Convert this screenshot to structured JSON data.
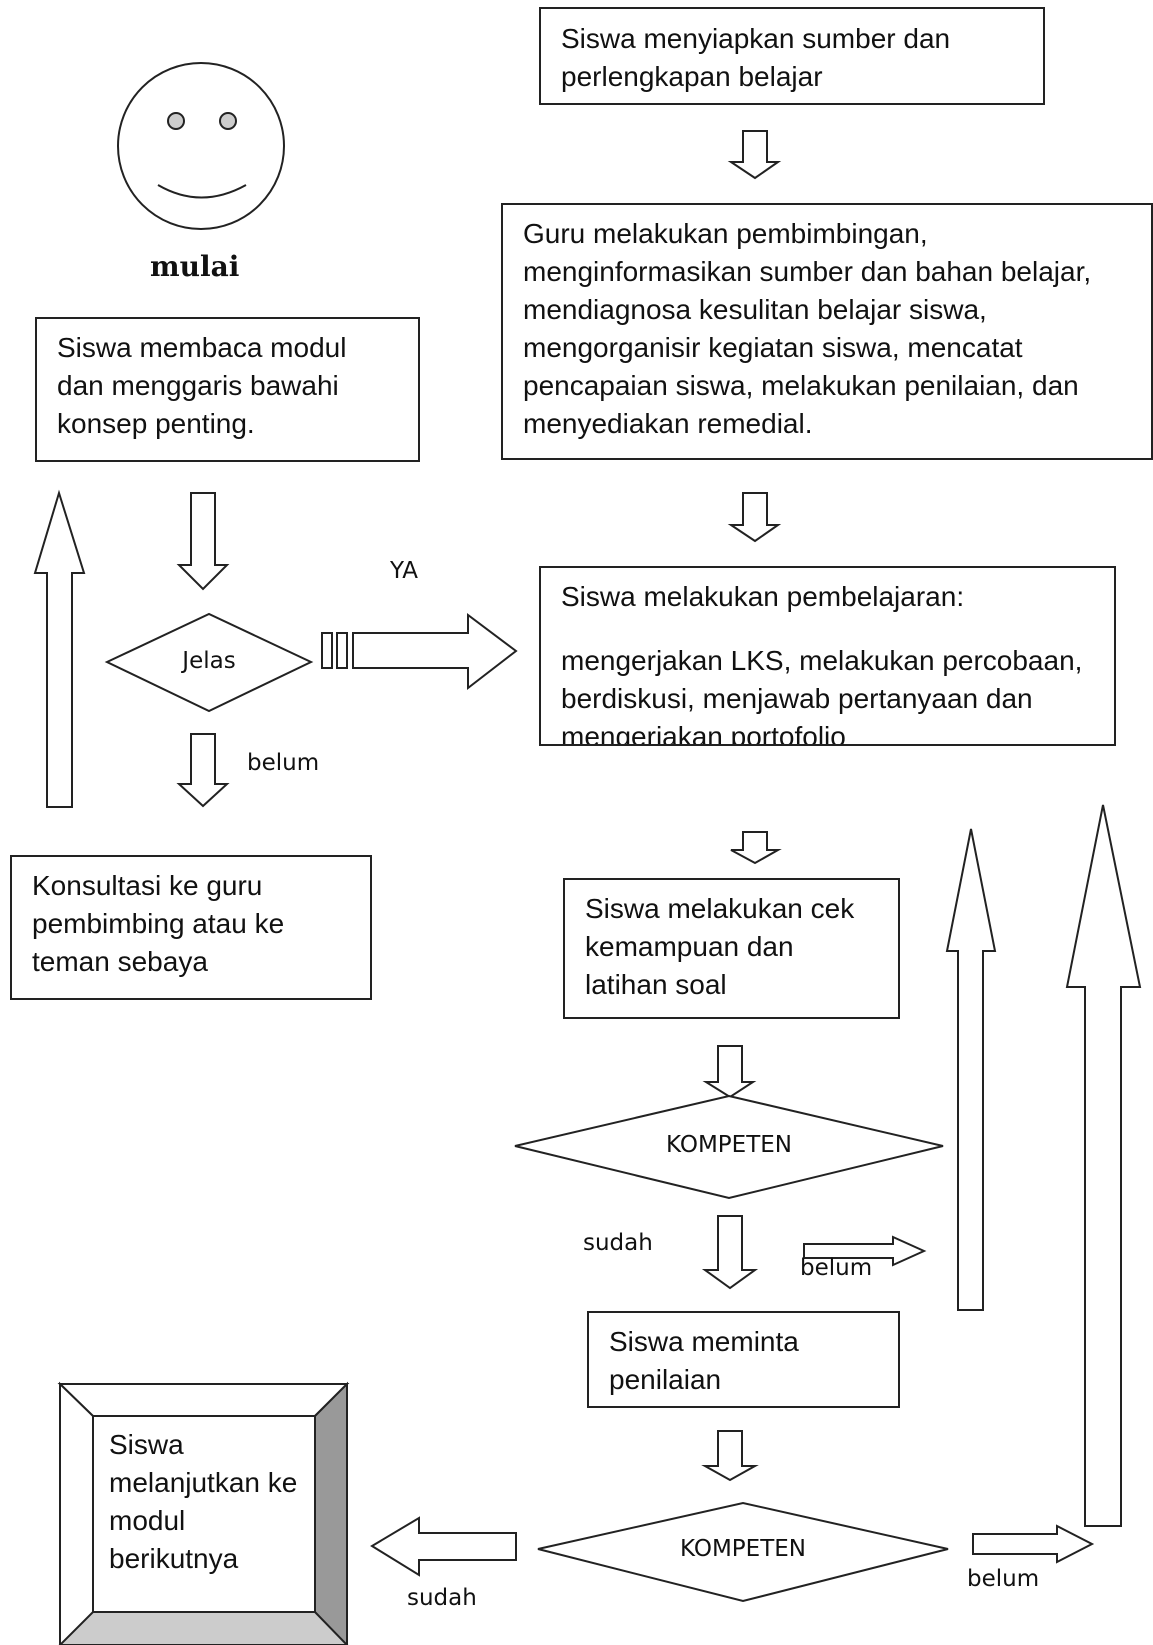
{
  "start": {
    "label": "mulai"
  },
  "boxes": {
    "prepare": "Siswa menyiapkan sumber dan perlengkapan belajar",
    "teacher": "Guru melakukan pembimbingan, menginformasikan sumber dan bahan belajar, mendiagnosa kesulitan belajar siswa, mengorganisir kegiatan siswa, mencatat pencapaian siswa, melakukan penilaian,  dan menyediakan remedial.",
    "read_module": "Siswa membaca modul dan menggaris bawahi konsep penting.",
    "learning_title": "Siswa melakukan pembelajaran:",
    "learning_body": "mengerjakan LKS, melakukan percobaan, berdiskusi, menjawab pertanyaan dan mengerjakan portofolio",
    "consult": "Konsultasi ke guru pembimbing atau ke teman sebaya",
    "self_check": "Siswa melakukan cek kemampuan dan latihan soal",
    "request_assessment": "Siswa meminta penilaian",
    "next_module": "Siswa melanjutkan ke modul berikutnya"
  },
  "decisions": {
    "clear": "Jelas",
    "competent_1": "KOMPETEN",
    "competent_2": "KOMPETEN"
  },
  "labels": {
    "yes": "YA",
    "not_yet_1": "belum",
    "done_1": "sudah",
    "not_yet_2": "belum",
    "done_2": "sudah",
    "not_yet_3": "belum"
  }
}
